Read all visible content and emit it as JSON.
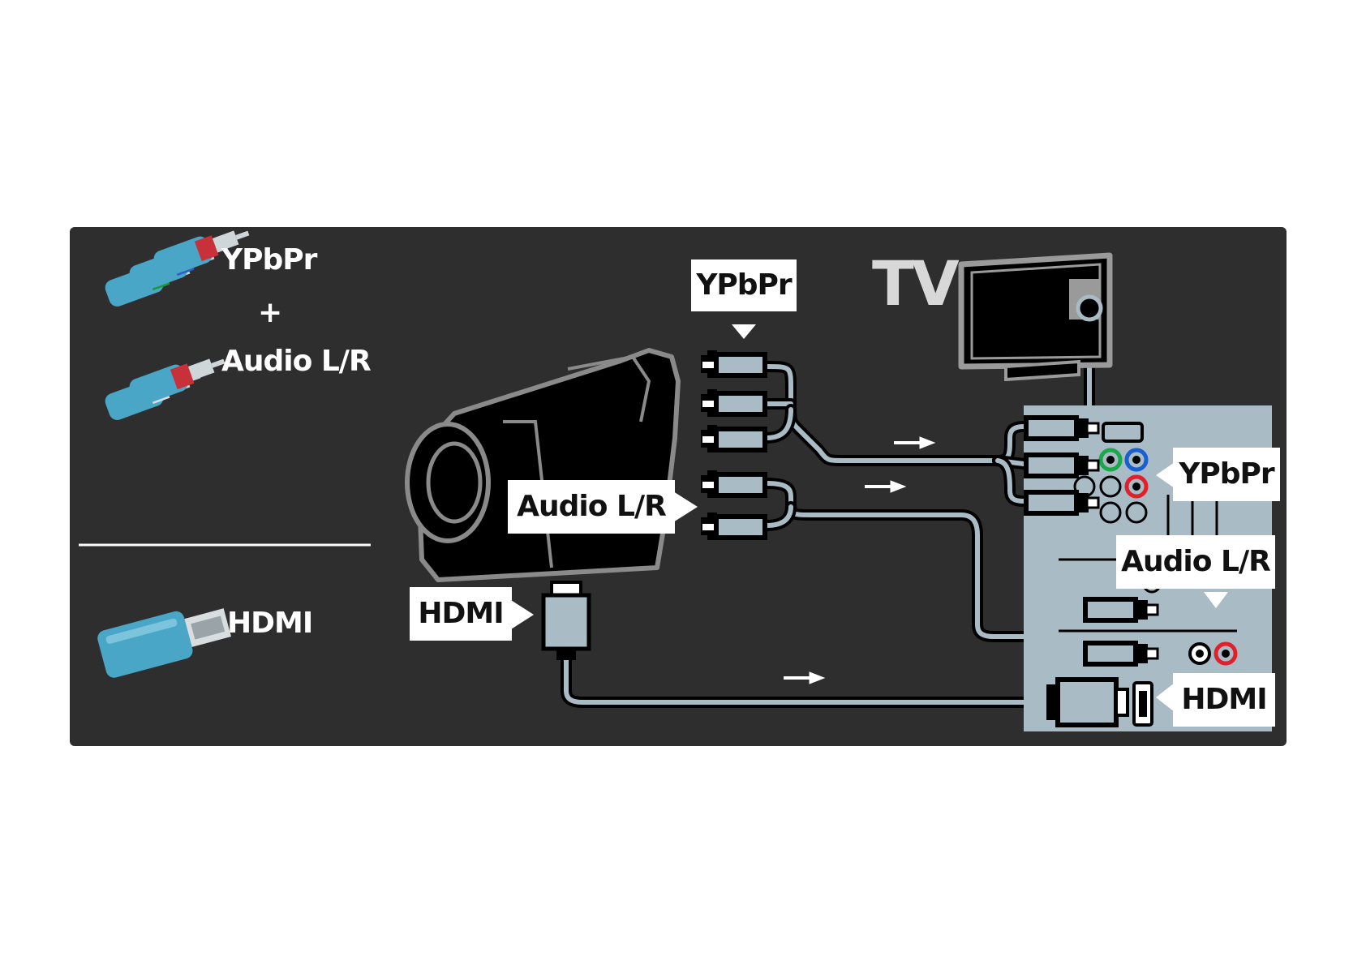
{
  "legend": {
    "component_label": "YPbPr",
    "plus": "+",
    "audio_label": "Audio L/R",
    "hdmi_label": "HDMI"
  },
  "diagram": {
    "tv_title": "TV",
    "camera_ypbpr_label": "YPbPr",
    "camera_audio_label": "Audio L/R",
    "camera_hdmi_label": "HDMI",
    "tv_ypbpr_label": "YPbPr",
    "tv_audio_label": "Audio L/R",
    "tv_hdmi_label": "HDMI"
  },
  "colors": {
    "panel": "#2e2e2e",
    "tv_panel": "#a9bcc6",
    "plug": "#a9bcc6",
    "jack_green": "#1aa84a",
    "jack_blue": "#1a5fd0",
    "jack_red": "#e0202a"
  }
}
